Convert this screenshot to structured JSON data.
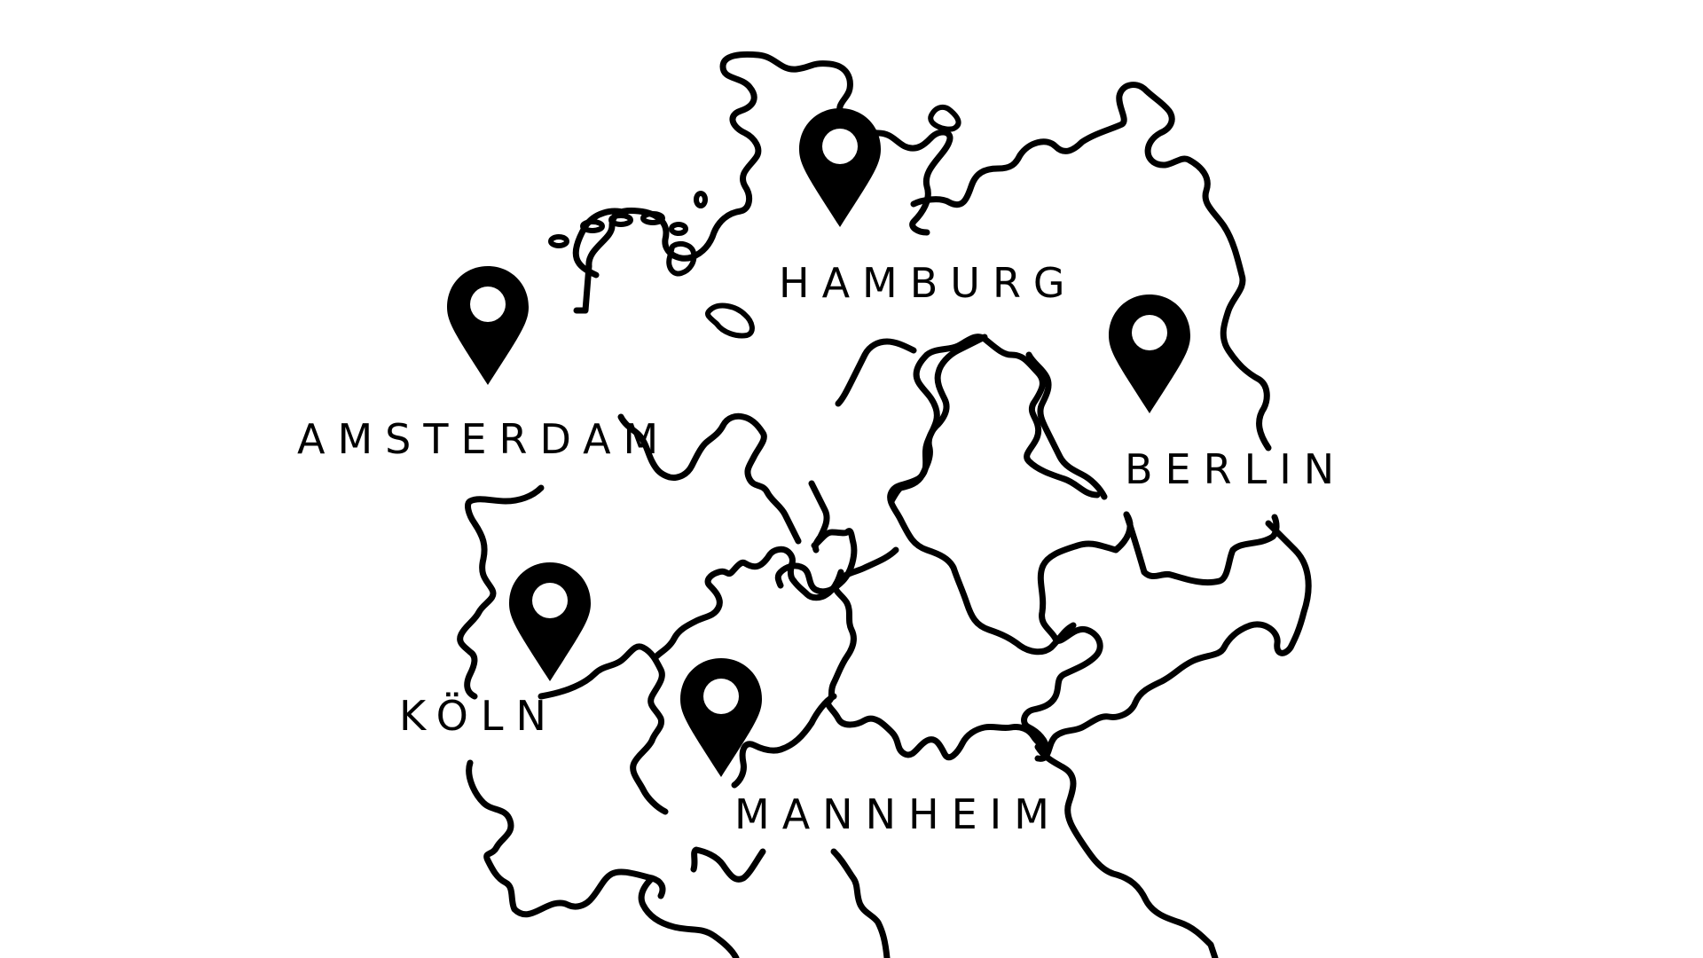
{
  "map": {
    "style": "hand-drawn outline map",
    "ink_color": "#000000",
    "background_color": "#ffffff",
    "marker_icon": "map-pin-icon",
    "cities": [
      {
        "id": "hamburg",
        "label": "HAMBURG"
      },
      {
        "id": "amsterdam",
        "label": "AMSTERDAM"
      },
      {
        "id": "berlin",
        "label": "BERLIN"
      },
      {
        "id": "koeln",
        "label": "KÖLN"
      },
      {
        "id": "mannheim",
        "label": "MANNHEIM"
      }
    ]
  }
}
